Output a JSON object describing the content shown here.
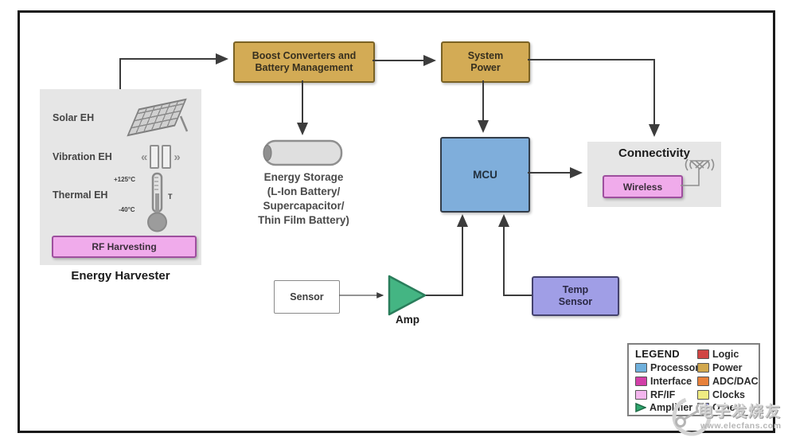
{
  "energy_harvester": {
    "title": "Energy Harvester",
    "solar_label": "Solar EH",
    "vibration_label": "Vibration EH",
    "vibration_wave_left": "«",
    "vibration_wave_right": "»",
    "thermal_label": "Thermal EH",
    "thermal_max": "+125°C",
    "thermal_min": "-40°C",
    "thermal_symbol": "T",
    "rf_harvesting_label": "RF Harvesting"
  },
  "power_chain": {
    "boost_line1": "Boost Converters and",
    "boost_line2": "Battery Management",
    "system_power_line1": "System",
    "system_power_line2": "Power",
    "energy_storage_lines": [
      "Energy Storage",
      "(L-Ion Battery/",
      "Supercapacitor/",
      "Thin Film Battery)"
    ]
  },
  "processing": {
    "mcu_label": "MCU",
    "sensor_label": "Sensor",
    "amp_label": "Amp",
    "temp_sensor_line1": "Temp",
    "temp_sensor_line2": "Sensor"
  },
  "connectivity": {
    "title": "Connectivity",
    "wireless_label": "Wireless"
  },
  "legend": {
    "title": "LEGEND",
    "left": [
      {
        "label": "Processor",
        "color": "#6FB0DC"
      },
      {
        "label": "Interface",
        "color": "#D23FA8"
      },
      {
        "label": "RF/IF",
        "color": "#F4B6EE"
      },
      {
        "label": "Amplifier",
        "color": "#2EA86F"
      }
    ],
    "right": [
      {
        "label": "Logic",
        "color": "#D04543"
      },
      {
        "label": "Power",
        "color": "#D2A84E"
      },
      {
        "label": "ADC/DAC",
        "color": "#E8813B"
      },
      {
        "label": "Clocks",
        "color": "#EFEB82"
      },
      {
        "label": "Other",
        "color": "#8B88E4"
      }
    ]
  },
  "watermark": {
    "brand": "电子发烧友",
    "site": "www.elecfans.com"
  },
  "colors": {
    "power_fill": "#D3AB55",
    "processor_fill": "#7FAEDB",
    "rf_fill": "#F0ABEB",
    "other_fill": "#A09EE6",
    "amp_fill": "#44B583",
    "amp_border": "#2A7D5B",
    "panel_fill": "#E6E6E6",
    "arrow": "#3C3C3C"
  }
}
